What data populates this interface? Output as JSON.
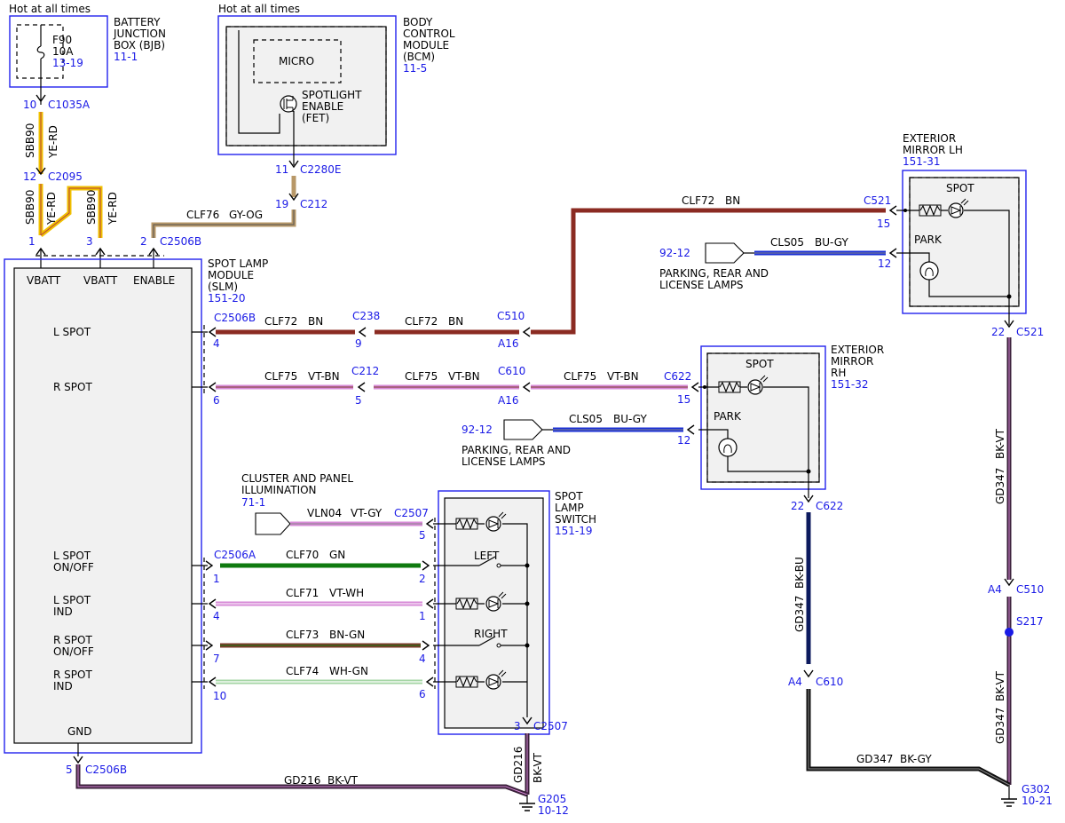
{
  "colors": {
    "YE": "#f0c000",
    "BN": "#8b2b22",
    "VT": "#d78ad7",
    "BU": "#1a2fd6",
    "GN": "#0f7a0f",
    "BN-GN": "#7b3a2a",
    "WH-GN": "#a6d6a6",
    "BK": "#111111",
    "BK-VT": "#3a1f3a",
    "BK-BU": "#0c1a5e",
    "GY-OG": "#b89868",
    "blue": "#1a1ae6"
  },
  "headers": {
    "hot_bjb": "Hot at all times",
    "hot_bcm": "Hot at all times"
  },
  "bjb": {
    "fuse": "F90",
    "rating": "10A",
    "ref": "13-19",
    "name": [
      "BATTERY",
      "JUNCTION",
      "BOX (BJB)"
    ],
    "page": "11-1"
  },
  "bcm": {
    "name": [
      "BODY",
      "CONTROL",
      "MODULE",
      "(BCM)"
    ],
    "page": "11-5",
    "micro": "MICRO",
    "fet": [
      "SPOTLIGHT",
      "ENABLE",
      "(FET)"
    ]
  },
  "slm": {
    "name": [
      "SPOT LAMP",
      "MODULE",
      "(SLM)"
    ],
    "page": "151-20",
    "pin_labels": [
      "VBATT",
      "VBATT",
      "ENABLE"
    ],
    "l_spot": "L SPOT",
    "r_spot": "R SPOT",
    "l_onoff": [
      "L SPOT",
      "ON/OFF"
    ],
    "l_ind": [
      "L SPOT",
      "IND"
    ],
    "r_onoff": [
      "R SPOT",
      "ON/OFF"
    ],
    "r_ind": [
      "R SPOT",
      "IND"
    ],
    "gnd": "GND"
  },
  "mirror_lh": {
    "name": [
      "EXTERIOR",
      "MIRROR LH"
    ],
    "page": "151-31",
    "spot": "SPOT",
    "park": "PARK"
  },
  "mirror_rh": {
    "name": [
      "EXTERIOR",
      "MIRROR",
      "RH"
    ],
    "page": "151-32",
    "spot": "SPOT",
    "park": "PARK"
  },
  "switch": {
    "name": [
      "SPOT",
      "LAMP",
      "SWITCH"
    ],
    "page": "151-19",
    "left": "LEFT",
    "right": "RIGHT"
  },
  "cluster": {
    "name": [
      "CLUSTER AND PANEL",
      "ILLUMINATION"
    ],
    "page": "71-1"
  },
  "parking": [
    "PARKING, REAR AND",
    "LICENSE LAMPS"
  ],
  "parking_page": "92-12",
  "connectors": {
    "c1035a": "C1035A",
    "c2095": "C2095",
    "c2280e": "C2280E",
    "c212": "C212",
    "c2506b": "C2506B",
    "c2506a": "C2506A",
    "c238": "C238",
    "c510": "C510",
    "c521": "C521",
    "c610": "C610",
    "c622": "C622",
    "c2507": "C2507",
    "s217": "S217",
    "g205": "G205",
    "g205_page": "10-12",
    "g302": "G302",
    "g302_page": "10-21"
  },
  "pins": {
    "p10": "10",
    "p12": "12",
    "p1": "1",
    "p3": "3",
    "p2": "2",
    "p11": "11",
    "p19": "19",
    "p4": "4",
    "p9": "9",
    "pA16": "A16",
    "p6": "6",
    "p5": "5",
    "p15": "15",
    "p22": "22",
    "pA4": "A4",
    "p7": "7"
  },
  "wires": {
    "sbb90": "SBB90",
    "ye_rd": "YE-RD",
    "clf76": "CLF76",
    "gy_og": "GY-OG",
    "clf72": "CLF72",
    "bn": "BN",
    "clf75": "CLF75",
    "vt_bn": "VT-BN",
    "cls05": "CLS05",
    "bu_gy": "BU-GY",
    "vln04": "VLN04",
    "vt_gy": "VT-GY",
    "clf70": "CLF70",
    "gn": "GN",
    "clf71": "CLF71",
    "vt_wh": "VT-WH",
    "clf73": "CLF73",
    "bn_gn": "BN-GN",
    "clf74": "CLF74",
    "wh_gn": "WH-GN",
    "gd216": "GD216",
    "bk_vt": "BK-VT",
    "gd347": "GD347",
    "bk_bu": "BK-BU",
    "bk_gy": "BK-GY"
  }
}
